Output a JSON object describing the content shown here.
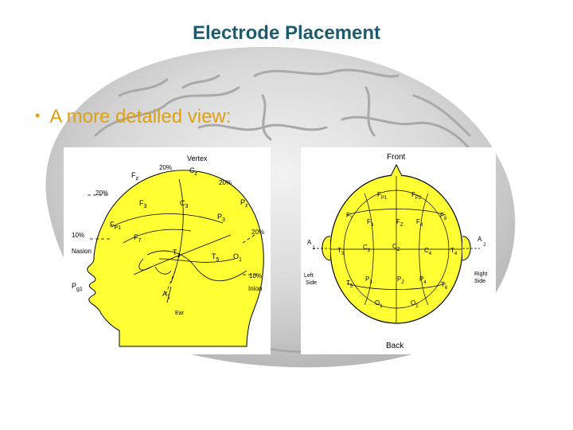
{
  "slide": {
    "title": "Electrode Placement",
    "bullet": "A more detailed view:"
  },
  "side_view": {
    "labels": {
      "vertex": "Vertex",
      "fz_main": "F",
      "fz_sub": "z",
      "cz_main": "C",
      "cz_sub": "z",
      "pct20_top": "20%",
      "pct20_right": "20%",
      "pct20_left": "20%",
      "pct20_lower_right": "20%",
      "pct10_left": "10%",
      "pct10_right": "10%",
      "pz_main": "P",
      "pz_sub": "z",
      "f3_main": "F",
      "f3_sub": "3",
      "c3_main": "C",
      "c3_sub": "3",
      "p3_main": "P",
      "p3_sub": "3",
      "fp1_main": "F",
      "fp1_sub": "P1",
      "f7_main": "F",
      "f7_sub": "7",
      "t3_main": "T",
      "t3_sub": "3",
      "t5_main": "T",
      "t5_sub": "5",
      "o1_main": "O",
      "o1_sub": "1",
      "pg1_main": "P",
      "pg1_sub": "g1",
      "a1_main": "A",
      "a1_sub": "1",
      "nasion": "Nasion",
      "inion": "Inion",
      "ear": "Ear"
    }
  },
  "top_view": {
    "labels": {
      "front": "Front",
      "back": "Back",
      "left_side_1": "Left",
      "left_side_2": "Side",
      "right_side_1": "Right",
      "right_side_2": "Side",
      "fp1_main": "F",
      "fp1_sub": "P1",
      "fp2_main": "F",
      "fp2_sub": "P2",
      "f7_main": "F",
      "f7_sub": "7",
      "f3_main": "F",
      "f3_sub": "3",
      "fz_main": "F",
      "fz_sub": "Z",
      "f4_main": "F",
      "f4_sub": "4",
      "f8_main": "F",
      "f8_sub": "8",
      "a1_main": "A",
      "a1_sub": "1",
      "a2_main": "A",
      "a2_sub": "2",
      "t3_main": "T",
      "t3_sub": "3",
      "c3_main": "C",
      "c3_sub": "3",
      "cz_main": "C",
      "cz_sub": "Z",
      "c4_main": "C",
      "c4_sub": "4",
      "t4_main": "T",
      "t4_sub": "4",
      "t5_main": "T",
      "t5_sub": "5",
      "p3_main": "P",
      "p3_sub": "3",
      "pz_main": "P",
      "pz_sub": "Z",
      "p4_main": "P",
      "p4_sub": "4",
      "t6_main": "T",
      "t6_sub": "6",
      "o1_main": "O",
      "o1_sub": "1",
      "o2_main": "O",
      "o2_sub": "2"
    }
  },
  "colors": {
    "title": "#1f5b6e",
    "bullet": "#e0a010",
    "head_fill": "#ffff33",
    "outline": "#000000",
    "background_brain": "#d6d6d6"
  }
}
